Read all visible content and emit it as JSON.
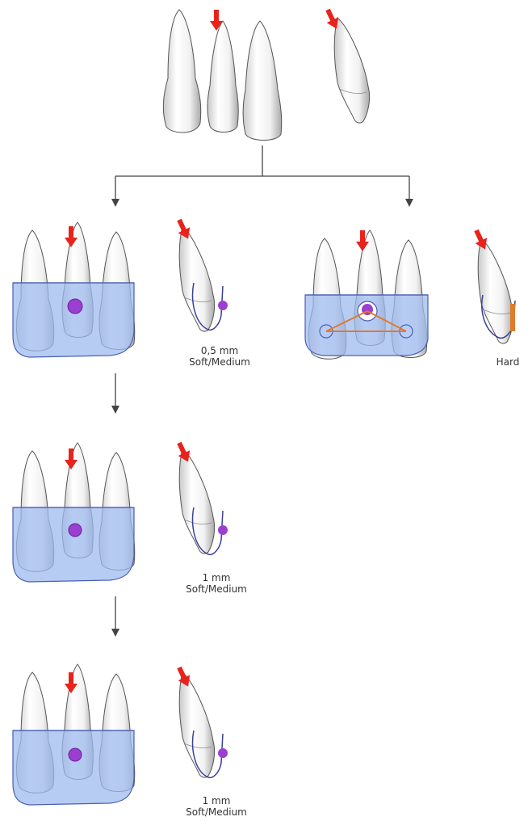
{
  "labels": {
    "step1_thickness": "0,5 mm",
    "step1_material": "Soft/Medium",
    "step2_thickness": "1 mm",
    "step2_material": "Soft/Medium",
    "step3_thickness": "1 mm",
    "step3_material": "Soft/Medium",
    "alt_material": "Hard"
  },
  "colors": {
    "force_arrow": "#e8231c",
    "splint": "#9fbbef",
    "splint_edge": "#4a5fb5",
    "attachment": "#9b3fd0",
    "reinforcement": "#e07a2c",
    "flow_arrow": "#444444",
    "tooth_outline": "#555555"
  },
  "icons": [
    "force-arrow-icon",
    "flow-arrow-icon"
  ]
}
